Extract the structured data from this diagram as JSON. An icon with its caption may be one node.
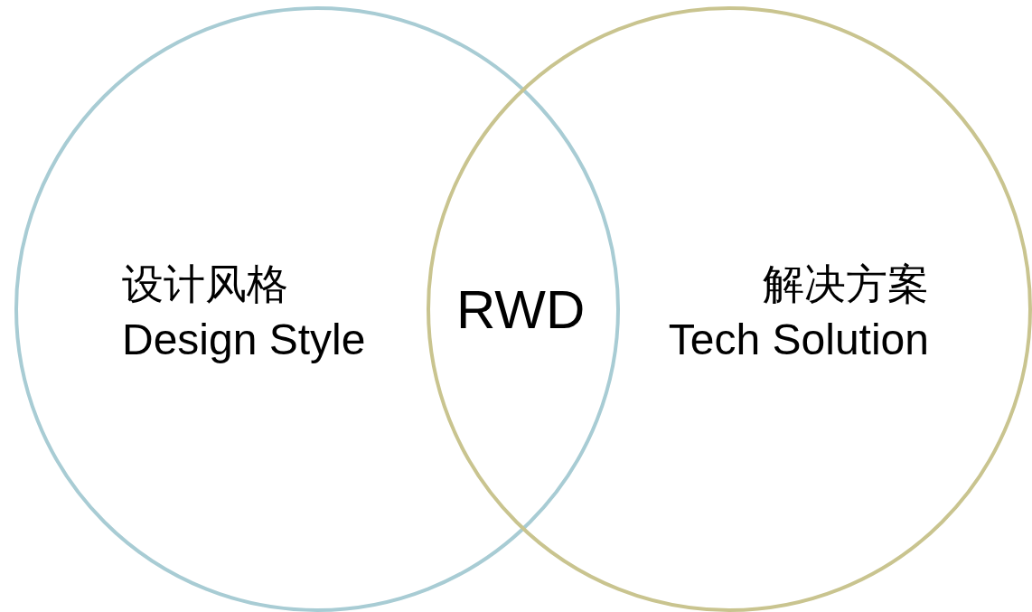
{
  "diagram": {
    "nodes": [
      {
        "text": [
          "设计风格",
          "Design Style"
        ]
      },
      {
        "text": [
          "解决方案",
          "Tech Solution"
        ]
      }
    ],
    "labels": [
      "RWD"
    ]
  }
}
